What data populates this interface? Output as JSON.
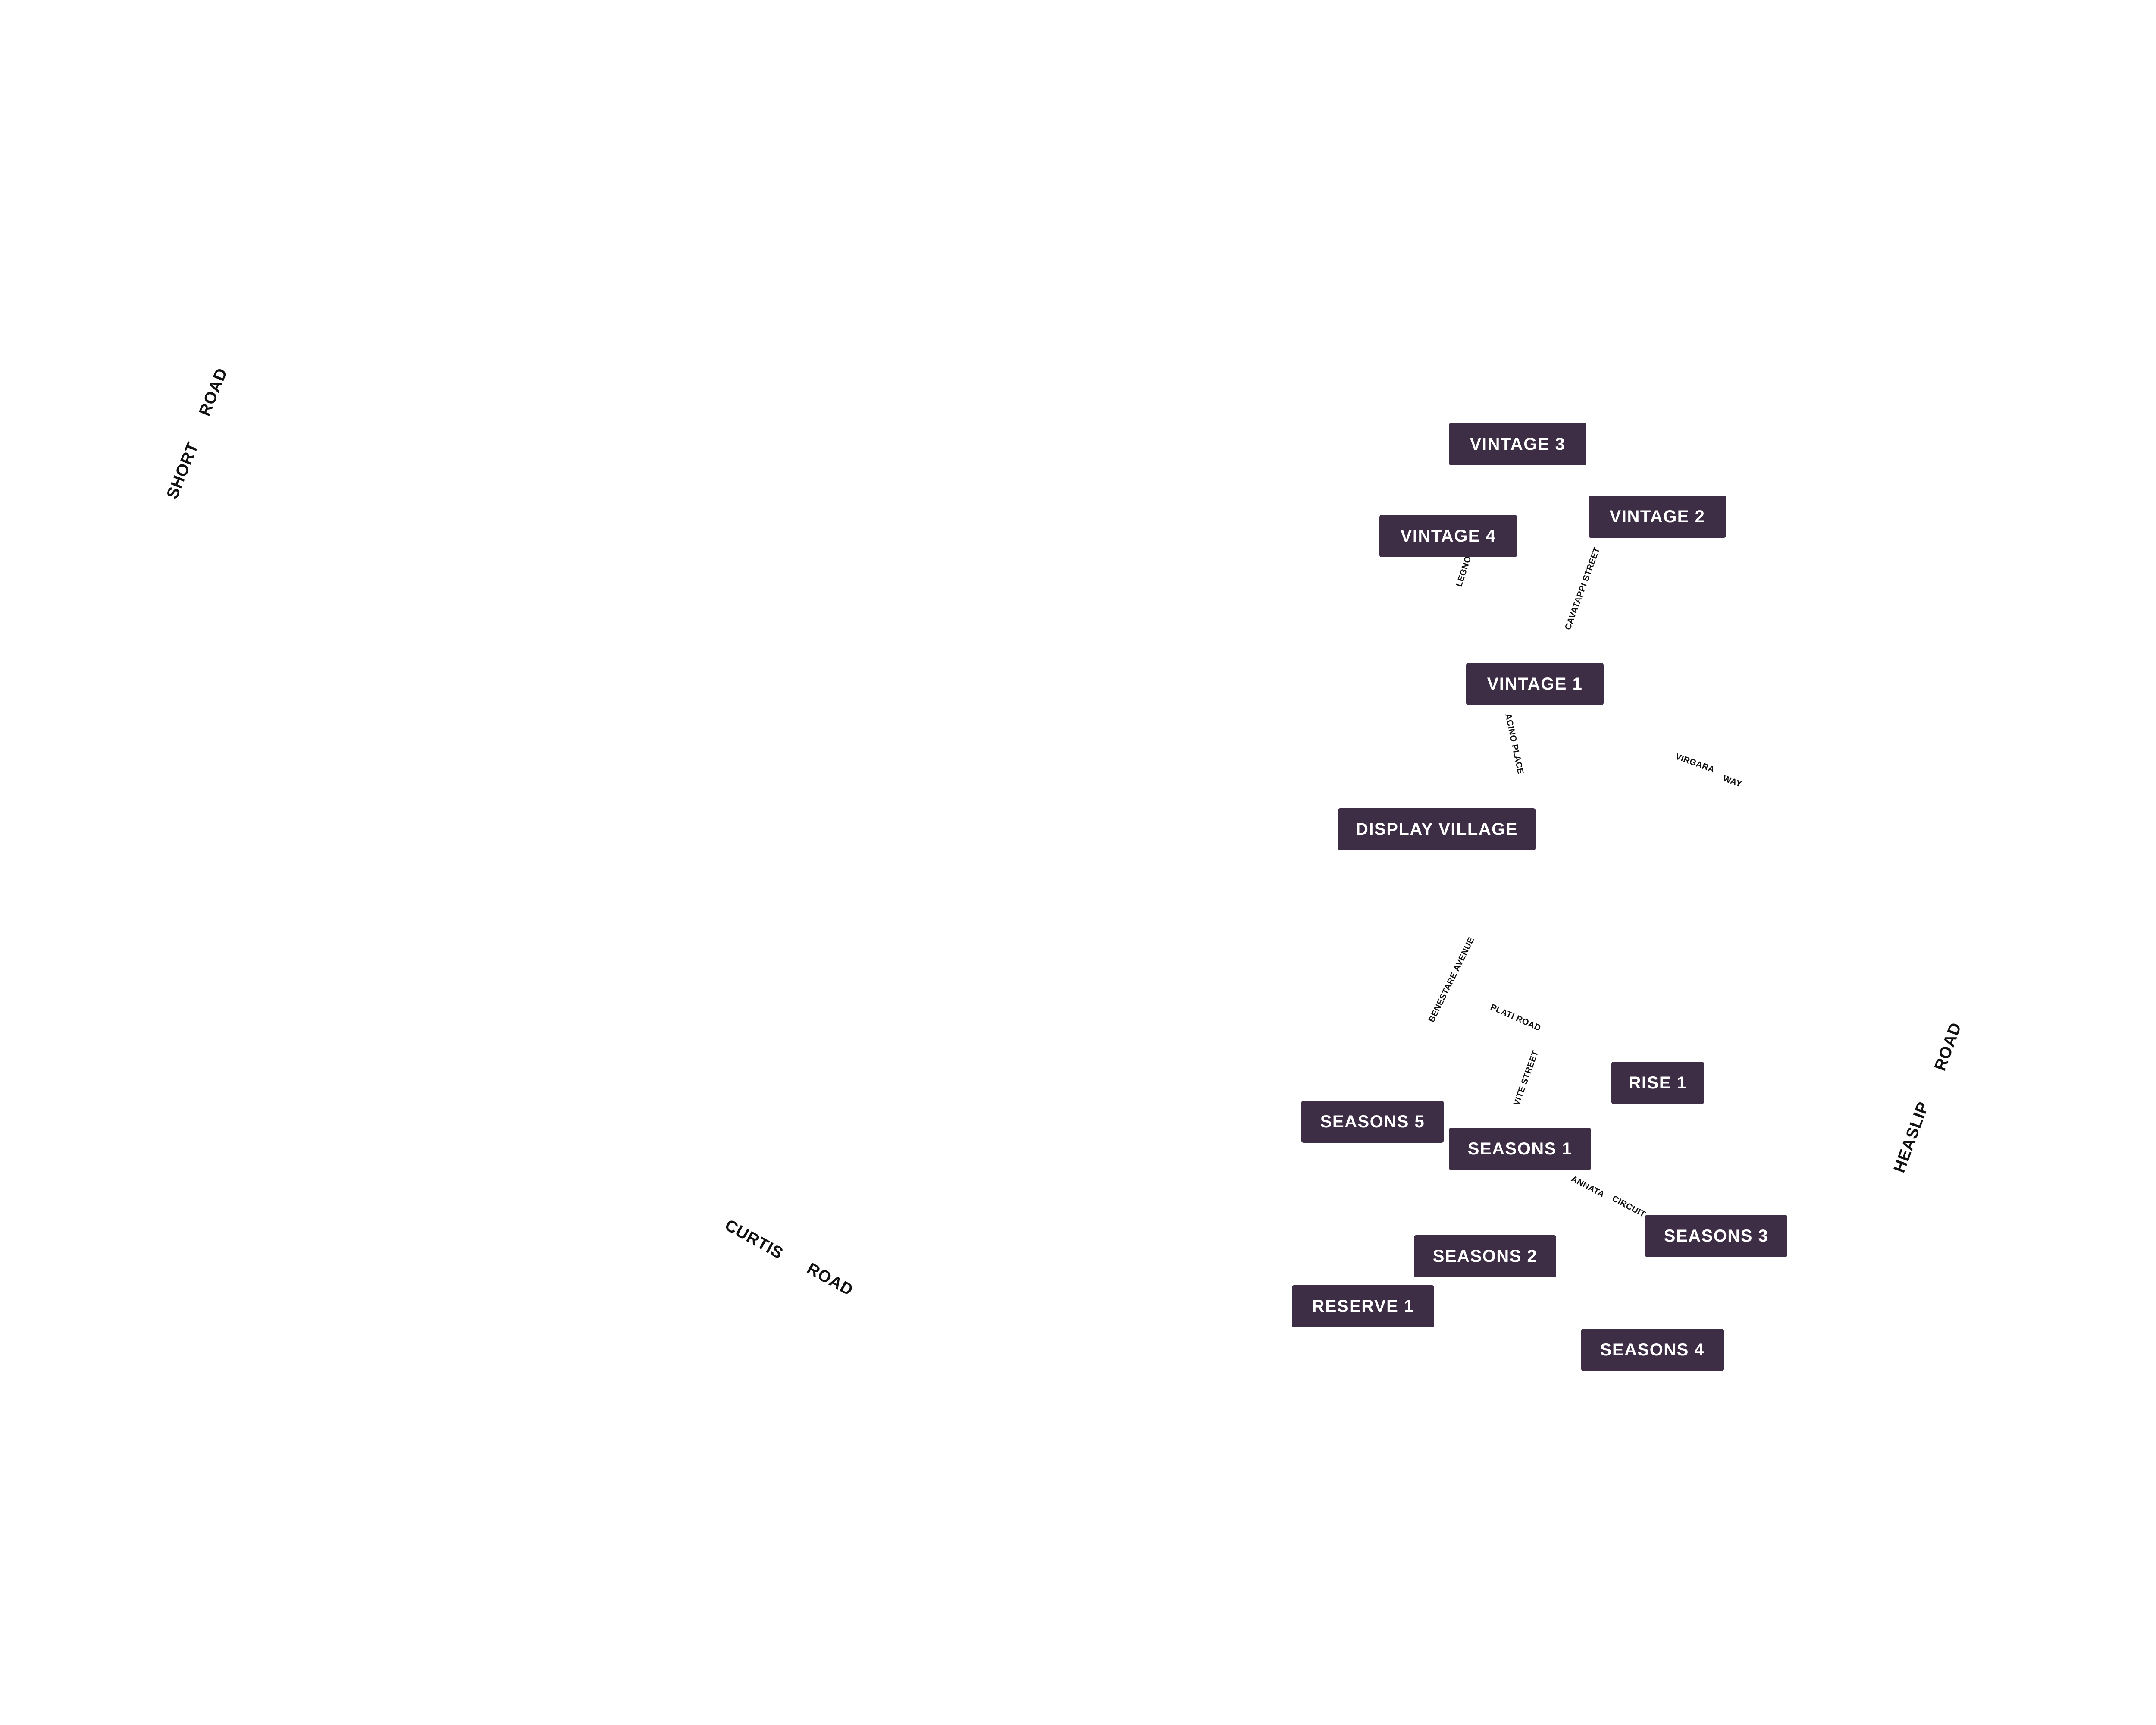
{
  "colors": {
    "stage_label_bg": "#3d2e45",
    "stage_label_text": "#ffffff",
    "road_text": "#111111",
    "background": "#ffffff"
  },
  "roads": {
    "short": [
      "SHORT",
      "ROAD"
    ],
    "curtis": [
      "CURTIS",
      "ROAD"
    ],
    "heaslip": [
      "HEASLIP",
      "ROAD"
    ],
    "legno": "LEGNO",
    "cavatappi": "CAVATAPPI STREET",
    "acino": "ACINO PLACE",
    "virgara": [
      "VIRGARA",
      "WAY"
    ],
    "benestare": "BENESTARE AVENUE",
    "plati": "PLATI ROAD",
    "vite": "VITE STREET",
    "annata": [
      "ANNATA",
      "CIRCUIT"
    ]
  },
  "stages": {
    "vintage_3": "VINTAGE 3",
    "vintage_4": "VINTAGE 4",
    "vintage_2": "VINTAGE 2",
    "vintage_1": "VINTAGE 1",
    "display_village": "DISPLAY VILLAGE",
    "rise_1": "RISE 1",
    "seasons_5": "SEASONS 5",
    "seasons_1": "SEASONS 1",
    "seasons_3": "SEASONS 3",
    "seasons_2": "SEASONS 2",
    "reserve_1": "RESERVE 1",
    "seasons_4": "SEASONS 4"
  }
}
